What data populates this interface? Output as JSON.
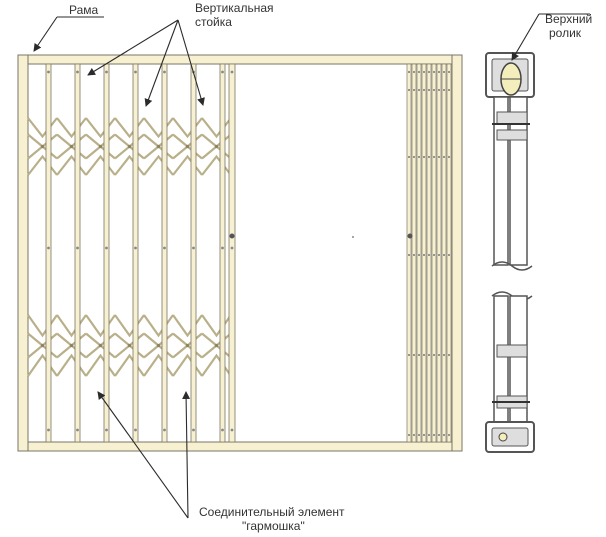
{
  "labels": {
    "frame": "Рама",
    "vertical_post_line1": "Вертикальная",
    "vertical_post_line2": "стойка",
    "top_roller_line1": "Верхний",
    "top_roller_line2": "ролик",
    "connector_line1": "Соединительный элемент",
    "connector_line2": "\"гармошка\""
  },
  "colors": {
    "frame_fill": "#f7f1d2",
    "frame_stroke": "#7a7566",
    "lattice": "#b9b08a",
    "callout": "#2b2b2b",
    "profile_fill": "#dedede",
    "profile_stroke": "#555555",
    "roller_fill": "#f4eebd"
  }
}
